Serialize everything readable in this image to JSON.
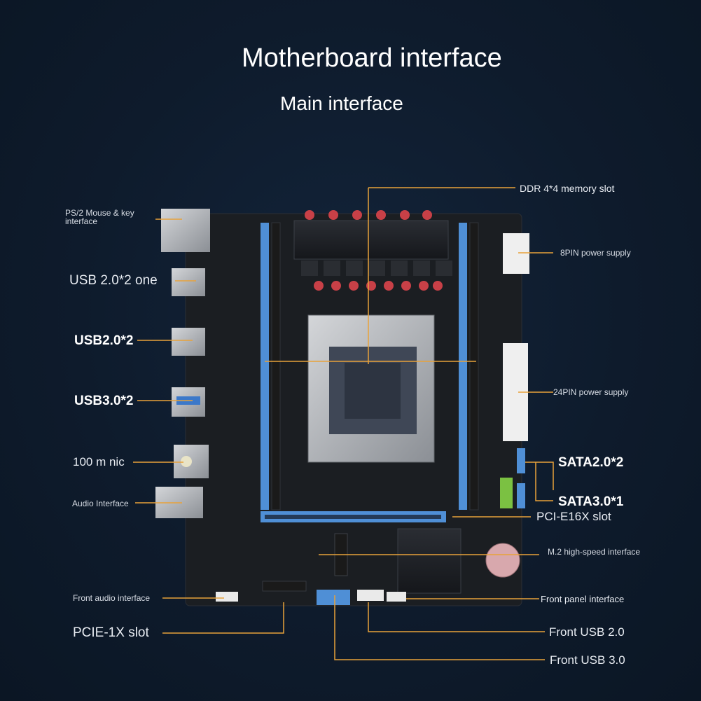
{
  "header": {
    "title": "Motherboard interface",
    "subtitle": "Main interface"
  },
  "labels": {
    "ps2": "PS/2 Mouse & key",
    "ps2_line2": "interface",
    "usb20_one": "USB 2.0*2 one",
    "usb20_two": "USB2.0*2",
    "usb30": "USB3.0*2",
    "nic": "100 m nic",
    "audio": "Audio Interface",
    "front_audio": "Front audio interface",
    "pcie1x": "PCIE-1X slot",
    "ddr4": "DDR 4*4 memory slot",
    "power8": "8PIN power supply",
    "power24": "24PIN power supply",
    "sata2": "SATA2.0*2",
    "sata3": "SATA3.0*1",
    "pcie16": "PCI-E16X slot",
    "m2": "M.2 high-speed interface",
    "front_panel": "Front panel interface",
    "front_usb2": "Front USB 2.0",
    "front_usb3": "Front USB 3.0"
  },
  "colors": {
    "background": "#0e1b2c",
    "leader_line": "#e8a23a",
    "board": "#1c1f24",
    "dimm_slot": "#4f8fd6",
    "sata_green": "#7bc142"
  }
}
